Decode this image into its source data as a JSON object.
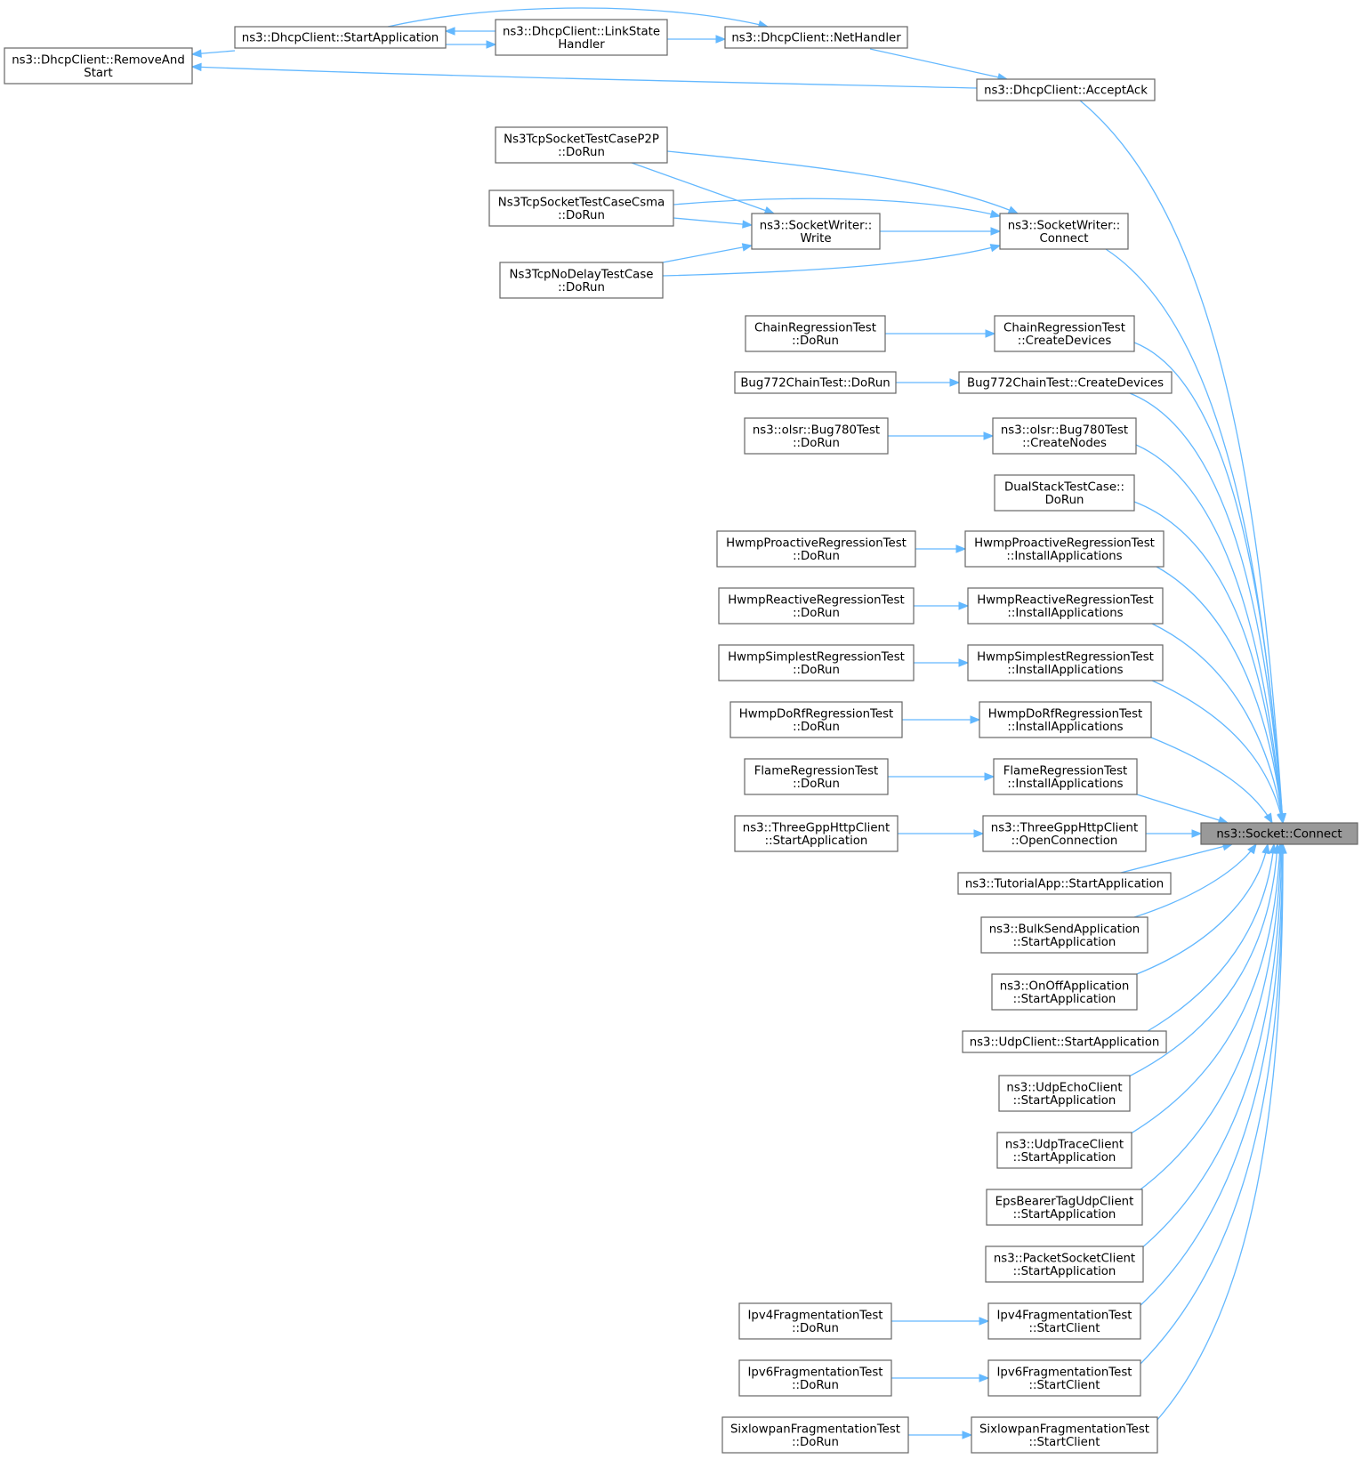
{
  "diagram": {
    "type": "call-graph",
    "colors": {
      "edge": "#63b8ff",
      "node_border": "#666666",
      "node_fill": "#ffffff",
      "target_fill": "#999999"
    },
    "nodes": [
      {
        "id": "connect",
        "lines": [
          "ns3::Socket::Connect"
        ],
        "highlight": true
      },
      {
        "id": "removeAndStart",
        "lines": [
          "ns3::DhcpClient::RemoveAnd",
          "Start"
        ]
      },
      {
        "id": "startApp",
        "lines": [
          "ns3::DhcpClient::StartApplication"
        ]
      },
      {
        "id": "linkState",
        "lines": [
          "ns3::DhcpClient::LinkState",
          "Handler"
        ]
      },
      {
        "id": "netHandler",
        "lines": [
          "ns3::DhcpClient::NetHandler"
        ]
      },
      {
        "id": "acceptAck",
        "lines": [
          "ns3::DhcpClient::AcceptAck"
        ]
      },
      {
        "id": "p2p",
        "lines": [
          "Ns3TcpSocketTestCaseP2P",
          "::DoRun"
        ]
      },
      {
        "id": "csma",
        "lines": [
          "Ns3TcpSocketTestCaseCsma",
          "::DoRun"
        ]
      },
      {
        "id": "nodelay",
        "lines": [
          "Ns3TcpNoDelayTestCase",
          "::DoRun"
        ]
      },
      {
        "id": "swWrite",
        "lines": [
          "ns3::SocketWriter::",
          "Write"
        ]
      },
      {
        "id": "swConnect",
        "lines": [
          "ns3::SocketWriter::",
          "Connect"
        ]
      },
      {
        "id": "chainRun",
        "lines": [
          "ChainRegressionTest",
          "::DoRun"
        ]
      },
      {
        "id": "chainDev",
        "lines": [
          "ChainRegressionTest",
          "::CreateDevices"
        ]
      },
      {
        "id": "bugRun",
        "lines": [
          "Bug772ChainTest::DoRun"
        ]
      },
      {
        "id": "bugDev",
        "lines": [
          "Bug772ChainTest::CreateDevices"
        ]
      },
      {
        "id": "olsrRun",
        "lines": [
          "ns3::olsr::Bug780Test",
          "::DoRun"
        ]
      },
      {
        "id": "olsrNodes",
        "lines": [
          "ns3::olsr::Bug780Test",
          "::CreateNodes"
        ]
      },
      {
        "id": "dualStack",
        "lines": [
          "DualStackTestCase::",
          "DoRun"
        ]
      },
      {
        "id": "proRun",
        "lines": [
          "HwmpProactiveRegressionTest",
          "::DoRun"
        ]
      },
      {
        "id": "proInst",
        "lines": [
          "HwmpProactiveRegressionTest",
          "::InstallApplications"
        ]
      },
      {
        "id": "reaRun",
        "lines": [
          "HwmpReactiveRegressionTest",
          "::DoRun"
        ]
      },
      {
        "id": "reaInst",
        "lines": [
          "HwmpReactiveRegressionTest",
          "::InstallApplications"
        ]
      },
      {
        "id": "simRun",
        "lines": [
          "HwmpSimplestRegressionTest",
          "::DoRun"
        ]
      },
      {
        "id": "simInst",
        "lines": [
          "HwmpSimplestRegressionTest",
          "::InstallApplications"
        ]
      },
      {
        "id": "rfRun",
        "lines": [
          "HwmpDoRfRegressionTest",
          "::DoRun"
        ]
      },
      {
        "id": "rfInst",
        "lines": [
          "HwmpDoRfRegressionTest",
          "::InstallApplications"
        ]
      },
      {
        "id": "flameRun",
        "lines": [
          "FlameRegressionTest",
          "::DoRun"
        ]
      },
      {
        "id": "flameInst",
        "lines": [
          "FlameRegressionTest",
          "::InstallApplications"
        ]
      },
      {
        "id": "httpStart",
        "lines": [
          "ns3::ThreeGppHttpClient",
          "::StartApplication"
        ]
      },
      {
        "id": "httpOpen",
        "lines": [
          "ns3::ThreeGppHttpClient",
          "::OpenConnection"
        ]
      },
      {
        "id": "tutorial",
        "lines": [
          "ns3::TutorialApp::StartApplication"
        ]
      },
      {
        "id": "bulk",
        "lines": [
          "ns3::BulkSendApplication",
          "::StartApplication"
        ]
      },
      {
        "id": "onoff",
        "lines": [
          "ns3::OnOffApplication",
          "::StartApplication"
        ]
      },
      {
        "id": "udpClient",
        "lines": [
          "ns3::UdpClient::StartApplication"
        ]
      },
      {
        "id": "udpEcho",
        "lines": [
          "ns3::UdpEchoClient",
          "::StartApplication"
        ]
      },
      {
        "id": "udpTrace",
        "lines": [
          "ns3::UdpTraceClient",
          "::StartApplication"
        ]
      },
      {
        "id": "eps",
        "lines": [
          "EpsBearerTagUdpClient",
          "::StartApplication"
        ]
      },
      {
        "id": "packetSock",
        "lines": [
          "ns3::PacketSocketClient",
          "::StartApplication"
        ]
      },
      {
        "id": "ipv4Run",
        "lines": [
          "Ipv4FragmentationTest",
          "::DoRun"
        ]
      },
      {
        "id": "ipv4Client",
        "lines": [
          "Ipv4FragmentationTest",
          "::StartClient"
        ]
      },
      {
        "id": "ipv6Run",
        "lines": [
          "Ipv6FragmentationTest",
          "::DoRun"
        ]
      },
      {
        "id": "ipv6Client",
        "lines": [
          "Ipv6FragmentationTest",
          "::StartClient"
        ]
      },
      {
        "id": "sixRun",
        "lines": [
          "SixlowpanFragmentationTest",
          "::DoRun"
        ]
      },
      {
        "id": "sixClient",
        "lines": [
          "SixlowpanFragmentationTest",
          "::StartClient"
        ]
      }
    ],
    "edges": [
      {
        "from": "startApp",
        "to": "removeAndStart"
      },
      {
        "from": "startApp",
        "to": "linkState"
      },
      {
        "from": "linkState",
        "to": "startApp"
      },
      {
        "from": "linkState",
        "to": "netHandler"
      },
      {
        "from": "startApp",
        "to": "netHandler"
      },
      {
        "from": "netHandler",
        "to": "acceptAck"
      },
      {
        "from": "acceptAck",
        "to": "removeAndStart"
      },
      {
        "from": "acceptAck",
        "to": "connect"
      },
      {
        "from": "p2p",
        "to": "swWrite"
      },
      {
        "from": "p2p",
        "to": "swConnect"
      },
      {
        "from": "csma",
        "to": "swWrite"
      },
      {
        "from": "csma",
        "to": "swConnect"
      },
      {
        "from": "nodelay",
        "to": "swWrite"
      },
      {
        "from": "nodelay",
        "to": "swConnect"
      },
      {
        "from": "swWrite",
        "to": "swConnect"
      },
      {
        "from": "swConnect",
        "to": "connect"
      },
      {
        "from": "chainRun",
        "to": "chainDev"
      },
      {
        "from": "chainDev",
        "to": "connect"
      },
      {
        "from": "bugRun",
        "to": "bugDev"
      },
      {
        "from": "bugDev",
        "to": "connect"
      },
      {
        "from": "olsrRun",
        "to": "olsrNodes"
      },
      {
        "from": "olsrNodes",
        "to": "connect"
      },
      {
        "from": "dualStack",
        "to": "connect"
      },
      {
        "from": "proRun",
        "to": "proInst"
      },
      {
        "from": "proInst",
        "to": "connect"
      },
      {
        "from": "reaRun",
        "to": "reaInst"
      },
      {
        "from": "reaInst",
        "to": "connect"
      },
      {
        "from": "simRun",
        "to": "simInst"
      },
      {
        "from": "simInst",
        "to": "connect"
      },
      {
        "from": "rfRun",
        "to": "rfInst"
      },
      {
        "from": "rfInst",
        "to": "connect"
      },
      {
        "from": "flameRun",
        "to": "flameInst"
      },
      {
        "from": "flameInst",
        "to": "connect"
      },
      {
        "from": "httpStart",
        "to": "httpOpen"
      },
      {
        "from": "httpOpen",
        "to": "connect"
      },
      {
        "from": "tutorial",
        "to": "connect"
      },
      {
        "from": "bulk",
        "to": "connect"
      },
      {
        "from": "onoff",
        "to": "connect"
      },
      {
        "from": "udpClient",
        "to": "connect"
      },
      {
        "from": "udpEcho",
        "to": "connect"
      },
      {
        "from": "udpTrace",
        "to": "connect"
      },
      {
        "from": "eps",
        "to": "connect"
      },
      {
        "from": "packetSock",
        "to": "connect"
      },
      {
        "from": "ipv4Run",
        "to": "ipv4Client"
      },
      {
        "from": "ipv4Client",
        "to": "connect"
      },
      {
        "from": "ipv6Run",
        "to": "ipv6Client"
      },
      {
        "from": "ipv6Client",
        "to": "connect"
      },
      {
        "from": "sixRun",
        "to": "sixClient"
      },
      {
        "from": "sixClient",
        "to": "connect"
      }
    ]
  }
}
